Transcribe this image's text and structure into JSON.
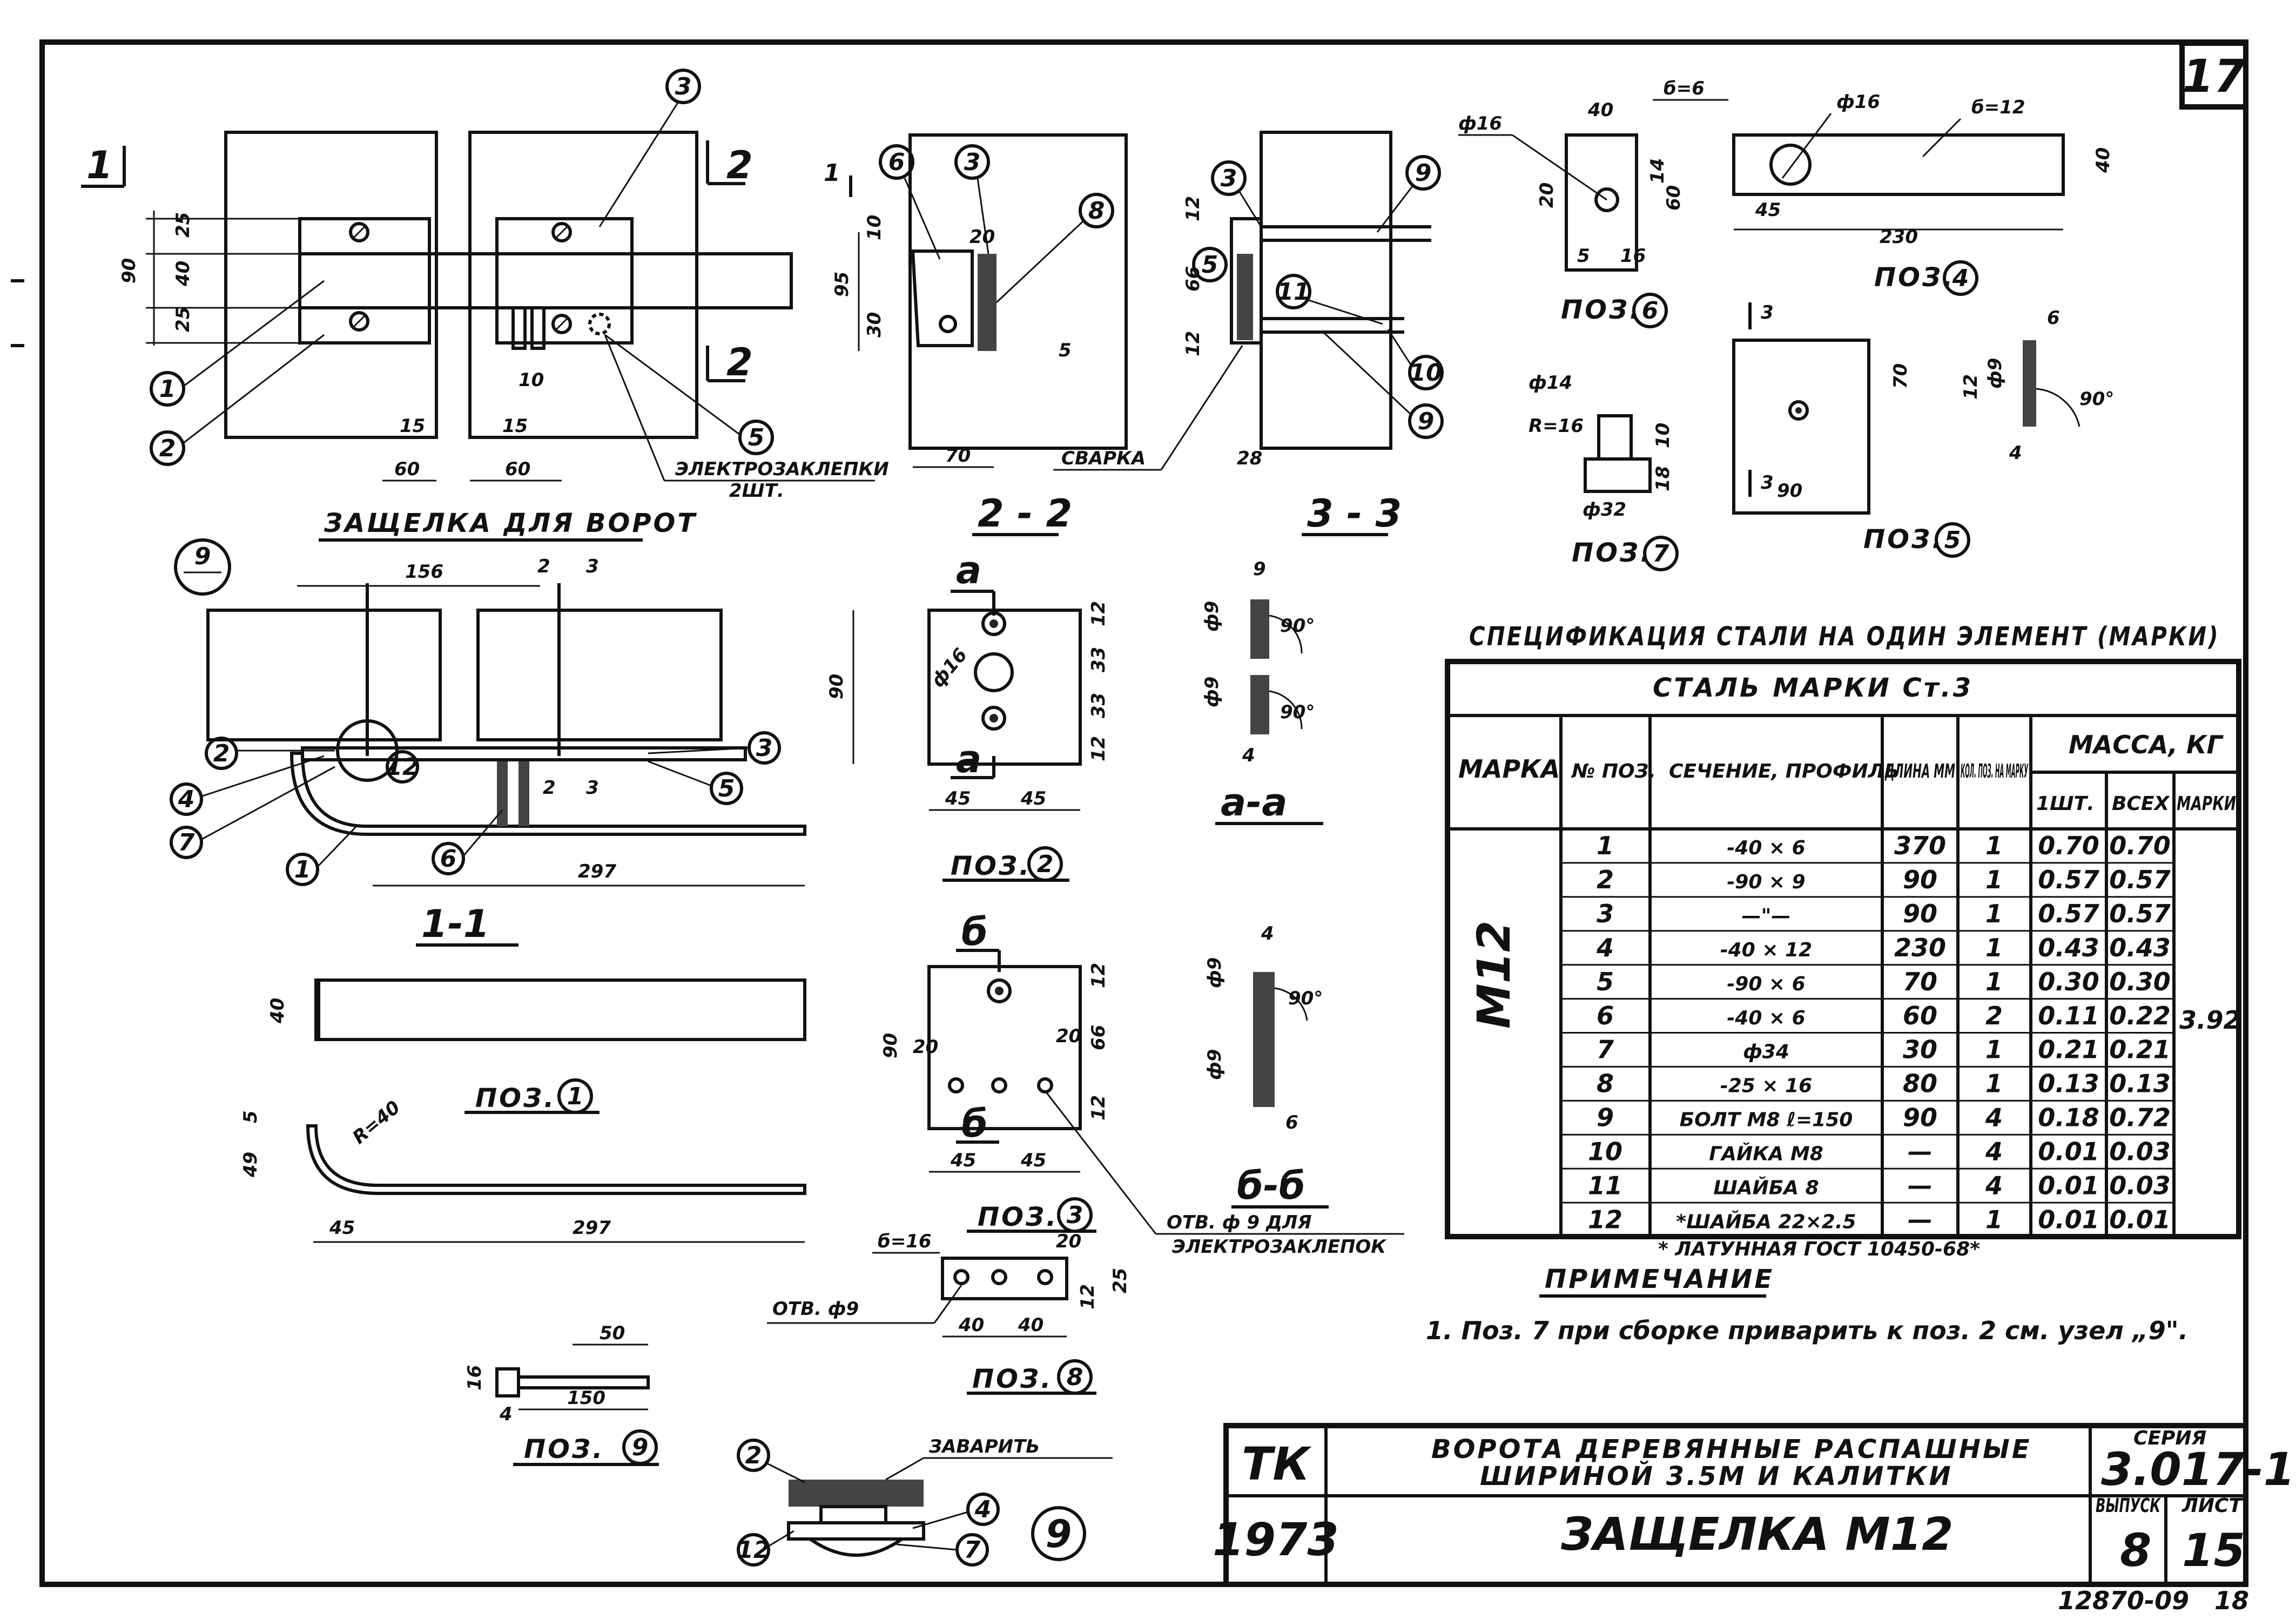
{
  "sheet": {
    "page_number": "17",
    "bottom_code": "12870-09",
    "bottom_sheet": "18"
  },
  "captions": {
    "latch": "ЗАЩЕЛКА ДЛЯ ВОРОТ",
    "weld_rivets": "ЭЛЕКТРОЗАКЛЕПКИ",
    "weld_rivets_count": "2ШТ.",
    "welding": "СВАРКА",
    "weld_up": "ЗАВАРИТЬ",
    "hole_note_1": "ОТВ. ф 9 ДЛЯ",
    "hole_note_2": "ЭЛЕКТРОЗАКЛЕПОК",
    "hole_d9": "ОТВ. ф9"
  },
  "sections": {
    "s1_marker": "1",
    "s2_marker": "2",
    "s22": "2 - 2",
    "s33": "3 - 3",
    "s11": "1-1",
    "saa": "а-а",
    "sbb": "б-б",
    "a": "а",
    "b": "б"
  },
  "positions": {
    "p1": "ПОЗ.",
    "p1_num": "1",
    "p2": "ПОЗ.",
    "p2_num": "2",
    "p3": "ПОЗ.",
    "p3_num": "3",
    "p4": "ПОЗ.",
    "p4_num": "4",
    "p5": "ПОЗ.",
    "p5_num": "5",
    "p6": "ПОЗ.",
    "p6_num": "6",
    "p7": "ПОЗ.",
    "p7_num": "7",
    "p8": "ПОЗ.",
    "p8_num": "8",
    "p9": "ПОЗ.",
    "p9_num": "9",
    "node9": "9"
  },
  "leaders": [
    "1",
    "2",
    "3",
    "4",
    "5",
    "6",
    "7",
    "8",
    "9",
    "10",
    "11",
    "12"
  ],
  "dims": {
    "d90": "90",
    "d25a": "25",
    "d40": "40",
    "d25b": "25",
    "d15a": "15",
    "d15b": "15",
    "d60a": "60",
    "d60b": "60",
    "d10": "10",
    "d95": "95",
    "d10b": "10",
    "d20": "20",
    "d30": "30",
    "d70": "70",
    "d5": "5",
    "d12a": "12",
    "d66": "66",
    "d12b": "12",
    "d28": "28",
    "d156": "156",
    "d2a": "2",
    "d3a": "3",
    "d2b": "2",
    "d3b": "3",
    "d297a": "297",
    "d297b": "297",
    "d45a": "45",
    "d45b": "45",
    "d12c": "12",
    "d33a": "33",
    "d33b": "33",
    "d12d": "12",
    "d16": "ф16",
    "d45c": "45",
    "d45d": "45",
    "d20a": "20",
    "d20b": "20",
    "d66b": "66",
    "d12e": "12",
    "d12f": "12",
    "dr40": "R=40",
    "d49": "49",
    "d5b": "5",
    "d45e": "45",
    "d50": "50",
    "d150": "150",
    "d16b": "16",
    "d4": "4",
    "d16c": "б=16",
    "d40a": "40",
    "d40b": "40",
    "d20c": "20",
    "d12g": "12",
    "d25c": "25",
    "f9a": "ф9",
    "f9b": "ф9",
    "d9": "9",
    "d4b": "4",
    "deg90a": "90°",
    "deg90b": "90°",
    "f9c": "ф9",
    "f9d": "ф9",
    "d4c": "4",
    "d6b": "6",
    "deg90c": "90°",
    "p6_d40": "40",
    "p6_b6": "б=6",
    "p6_f16": "ф16",
    "p6_d20": "20",
    "p6_d14": "14",
    "p6_d60": "60",
    "p6_d5": "5",
    "p6_d16": "16",
    "p4_f16": "ф16",
    "p4_b12": "б=12",
    "p4_d40": "40",
    "p4_d45": "45",
    "p4_d230": "230",
    "p7_f14": "ф14",
    "p7_r16": "R=16",
    "p7_f32": "ф32",
    "p7_d10": "10",
    "p7_d18": "18",
    "p5_d70": "70",
    "p5_d90": "90",
    "p5_3a": "3",
    "p5_3b": "3",
    "p5_6": "6",
    "p5_12": "12",
    "p5_f9": "ф9",
    "p5_4": "4",
    "p5_90": "90°"
  },
  "spec": {
    "title": "СПЕЦИФИКАЦИЯ СТАЛИ НА ОДИН ЭЛЕМЕНТ (МАРКИ)",
    "steel": "СТАЛЬ МАРКИ Ст.3",
    "headers": {
      "mark": "МАРКА",
      "pos": "№ ПОЗ.",
      "section": "СЕЧЕНИЕ, ПРОФИЛЬ",
      "length": "ДЛИНА ММ",
      "qty": "КОЛ. ПОЗ. НА МАРКУ",
      "mass": "МАССА, КГ",
      "mass_one": "1ШТ.",
      "mass_all": "ВСЕХ",
      "mass_mark": "МАРКИ"
    },
    "mark_value": "М12",
    "mark_mass": "3.92",
    "rows": [
      [
        "1",
        "-40 × 6",
        "370",
        "1",
        "0.70",
        "0.70"
      ],
      [
        "2",
        "-90 × 9",
        "90",
        "1",
        "0.57",
        "0.57"
      ],
      [
        "3",
        "—\"—",
        "90",
        "1",
        "0.57",
        "0.57"
      ],
      [
        "4",
        "-40 × 12",
        "230",
        "1",
        "0.43",
        "0.43"
      ],
      [
        "5",
        "-90 × 6",
        "70",
        "1",
        "0.30",
        "0.30"
      ],
      [
        "6",
        "-40 × 6",
        "60",
        "2",
        "0.11",
        "0.22"
      ],
      [
        "7",
        "ф34",
        "30",
        "1",
        "0.21",
        "0.21"
      ],
      [
        "8",
        "-25 × 16",
        "80",
        "1",
        "0.13",
        "0.13"
      ],
      [
        "9",
        "БОЛТ М8 ℓ=150",
        "90",
        "4",
        "0.18",
        "0.72"
      ],
      [
        "10",
        "ГАЙКА М8",
        "—",
        "4",
        "0.01",
        "0.03"
      ],
      [
        "11",
        "ШАЙБА 8",
        "—",
        "4",
        "0.01",
        "0.03"
      ],
      [
        "12",
        "*ШАЙБА 22×2.5",
        "—",
        "1",
        "0.01",
        "0.01"
      ]
    ],
    "footnote": "* ЛАТУННАЯ ГОСТ 10450-68*"
  },
  "note": {
    "title": "ПРИМЕЧАНИЕ",
    "text": "1. Поз. 7 при сборке приварить к поз. 2 см. узел „9\"."
  },
  "titleblock": {
    "org": "ТК",
    "year": "1973",
    "title_1": "ВОРОТА ДЕРЕВЯННЫЕ РАСПАШНЫЕ",
    "title_2": "ШИРИНОЙ 3.5М И КАЛИТКИ",
    "sheet_name": "ЗАЩЕЛКА М12",
    "series_label": "СЕРИЯ",
    "series": "3.017-1",
    "issue_label": "ВЫПУСК",
    "issue": "8",
    "sheet_label": "ЛИСТ",
    "sheet": "15"
  }
}
